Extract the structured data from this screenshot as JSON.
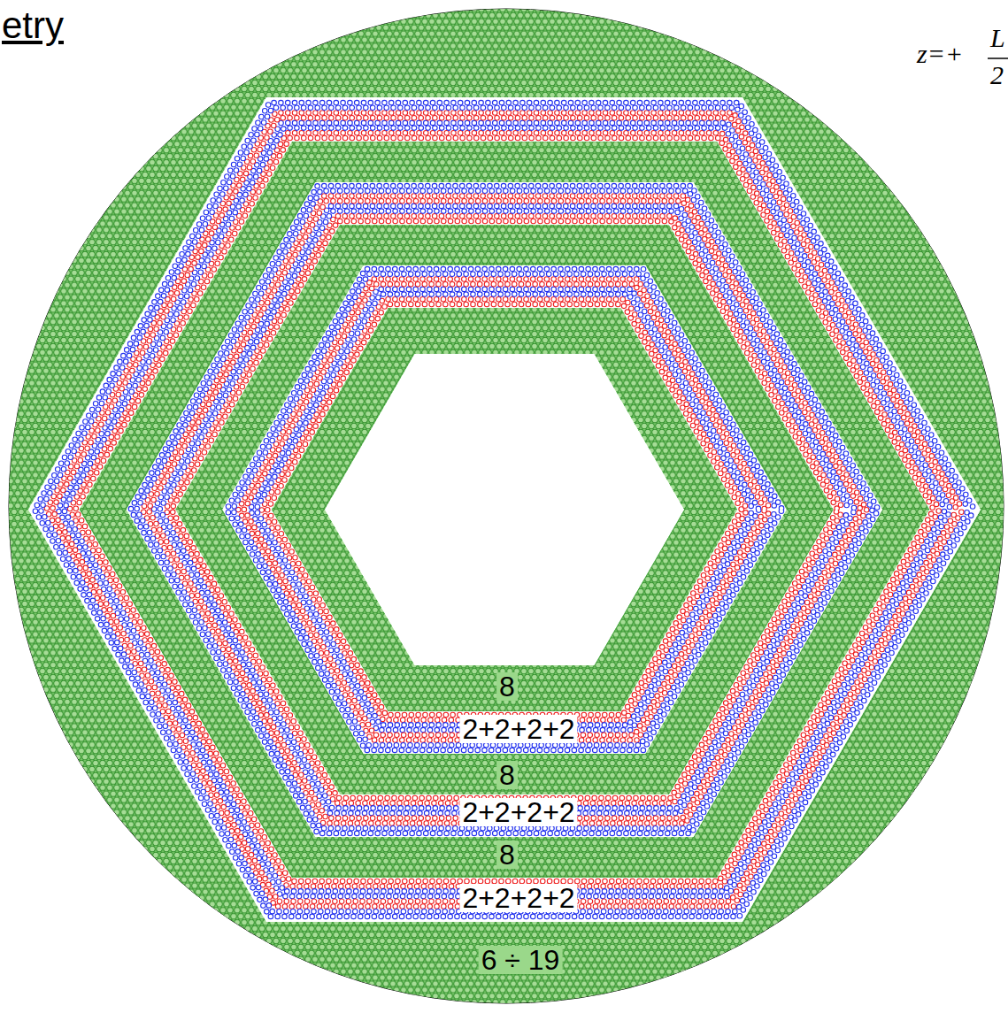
{
  "diagram": {
    "title": "etry",
    "labels": [
      "z=+",
      "L",
      "2",
      "8",
      "2+2+2+2",
      "8",
      "2+2+2+2",
      "8",
      "2+2+2+2",
      "6 ÷ 19"
    ]
  }
}
